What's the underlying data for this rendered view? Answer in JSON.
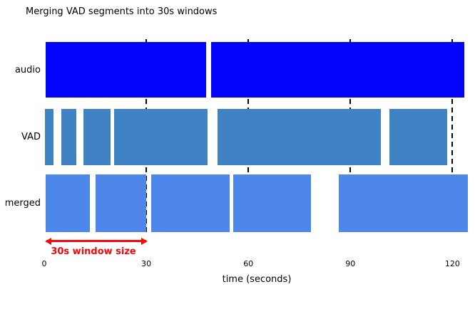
{
  "figure": {
    "title": "Merging VAD segments into 30s windows",
    "background_color": "#ffffff"
  },
  "chart_data": {
    "type": "bar",
    "subtype": "horizontal-timeline-segments",
    "title": "Merging VAD segments into 30s windows",
    "xlabel": "time (seconds)",
    "xlim": [
      0,
      126.5
    ],
    "xticks": [
      0,
      30,
      60,
      90,
      120
    ],
    "grid": "vertical dashed lines at 30-second window boundaries",
    "window_boundaries_s": [
      30,
      60,
      90,
      120
    ],
    "dashed_line_color": "#000000",
    "series": [
      {
        "name": "audio",
        "color": "#0404fc",
        "segments_s": [
          [
            0.5,
            47.5
          ],
          [
            49.0,
            123.5
          ]
        ]
      },
      {
        "name": "VAD",
        "color": "#3f83c5",
        "segments_s": [
          [
            0.2,
            2.7
          ],
          [
            5.0,
            9.5
          ],
          [
            11.5,
            19.5
          ],
          [
            20.5,
            48.0
          ],
          [
            51.0,
            99.0
          ],
          [
            101.5,
            118.5
          ]
        ]
      },
      {
        "name": "merged",
        "color": "#4c87e9",
        "segments_s": [
          [
            0.5,
            13.5
          ],
          [
            15.0,
            30.0
          ],
          [
            31.5,
            54.5
          ],
          [
            55.5,
            78.5
          ],
          [
            86.5,
            124.5
          ]
        ]
      }
    ],
    "annotation": {
      "text": "30s window size",
      "from_s": 0,
      "to_s": 30,
      "color": "#f50808"
    }
  }
}
